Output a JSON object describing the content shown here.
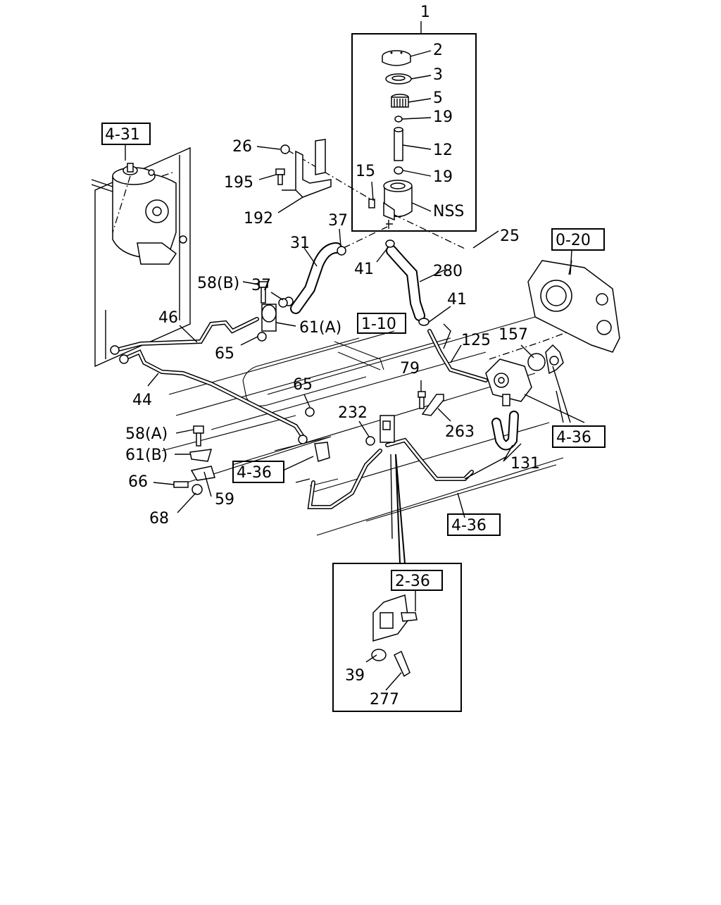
{
  "labels": {
    "l1": "1",
    "l2": "2",
    "l3": "3",
    "l5": "5",
    "l19a": "19",
    "l12": "12",
    "l19b": "19",
    "l15": "15",
    "lnss": "NSS",
    "l25": "25",
    "l26": "26",
    "l195": "195",
    "l192": "192",
    "l37a": "37",
    "l31": "31",
    "l41a": "41",
    "l280": "280",
    "l37b": "37",
    "l58b": "58(B)",
    "l61a": "61(A)",
    "l65a": "65",
    "l46": "46",
    "l44": "44",
    "l41b": "41",
    "l125": "125",
    "l157": "157",
    "l79": "79",
    "l263": "263",
    "l65b": "65",
    "l232": "232",
    "l58a": "58(A)",
    "l61b": "61(B)",
    "l66": "66",
    "l59": "59",
    "l68": "68",
    "l131": "131",
    "l39": "39",
    "l277": "277"
  },
  "refs": {
    "r431": "4-31",
    "r020": "0-20",
    "r110": "1-10",
    "r436a": "4-36",
    "r436b": "4-36",
    "r436c": "4-36",
    "r236": "2-36"
  }
}
